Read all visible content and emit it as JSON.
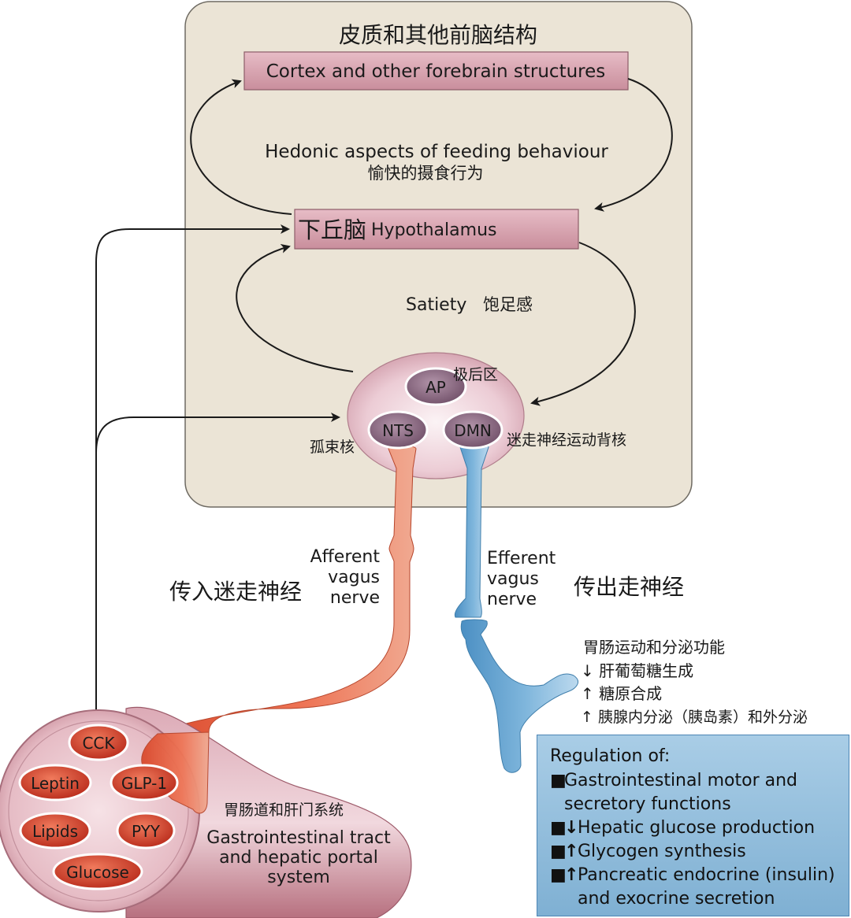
{
  "brain": {
    "cortex": {
      "label_zh": "皮质和其他前脑结构",
      "label_en": "Cortex and other forebrain structures"
    },
    "hedonic": {
      "label_en": "Hedonic aspects of feeding behaviour",
      "label_zh": "愉快的摄食行为"
    },
    "hypothalamus": {
      "label_zh": "下丘脑",
      "label_en": "Hypothalamus"
    },
    "satiety": {
      "label_en": "Satiety",
      "label_zh": "饱足感"
    },
    "brainstem": {
      "ap": {
        "abbr": "AP",
        "label_zh": "极后区"
      },
      "nts": {
        "abbr": "NTS",
        "label_zh": "孤束核"
      },
      "dmn": {
        "abbr": "DMN",
        "label_zh": "迷走神经运动背核"
      }
    }
  },
  "afferent": {
    "line1": "Afferent",
    "line2": "vagus",
    "line3": "nerve",
    "label_zh": "传入迷走神经"
  },
  "efferent": {
    "line1": "Efferent",
    "line2": "vagus",
    "line3": "nerve",
    "label_zh": "传出走神经"
  },
  "effects_zh": [
    "胃肠运动和分泌功能",
    "↓ 肝葡萄糖生成",
    "↑ 糖原合成",
    "↑ 胰腺内分泌（胰岛素）和外分泌"
  ],
  "regulation": {
    "title": "Regulation of:",
    "items": [
      {
        "bullet": "■",
        "arrow": "",
        "text": "Gastrointestinal motor and secretory functions"
      },
      {
        "bullet": "■",
        "arrow": "↓",
        "text": "Hepatic glucose production"
      },
      {
        "bullet": "■",
        "arrow": "↑",
        "text": "Glycogen synthesis"
      },
      {
        "bullet": "■",
        "arrow": "↑",
        "text": "Pancreatic endocrine (insulin) and exocrine secretion"
      }
    ]
  },
  "gut": {
    "label_zh": "胃肠道和肝门系统",
    "line1": "Gastrointestinal tract",
    "line2": "and hepatic portal",
    "line3": "system",
    "signals": [
      "CCK",
      "Leptin",
      "GLP-1",
      "Lipids",
      "PYY",
      "Glucose"
    ]
  },
  "colors": {
    "brain_panel": "#ebe4d6",
    "brain_border": "#6e6a62",
    "region_box": "#d9a6b2",
    "afferent": "#e05a3c",
    "efferent": "#4d95c8",
    "regulation_panel": "#8ebde0",
    "signal_node": "#cc3322"
  }
}
